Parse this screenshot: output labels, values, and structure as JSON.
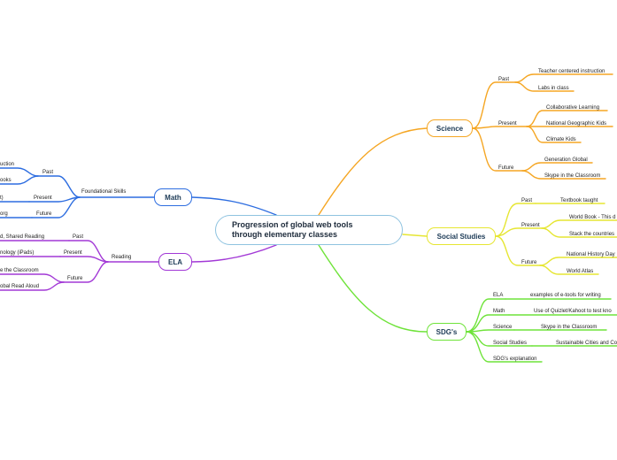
{
  "central": {
    "line1": "Progression of global web tools",
    "line2": "through elementary classes"
  },
  "colors": {
    "science": "#f5a623",
    "social": "#e6e632",
    "sdg": "#6fe33a",
    "math": "#2d6de0",
    "ela": "#a238d6",
    "central_border": "#8fc3e0"
  },
  "science": {
    "title": "Science",
    "past": {
      "label": "Past",
      "items": [
        "Teacher centered instruction",
        "Labs in class"
      ]
    },
    "present": {
      "label": "Present",
      "items": [
        "Collaborative Learning",
        "National Geographic Kids",
        "Climate Kids"
      ]
    },
    "future": {
      "label": "Future",
      "items": [
        "Generation Global",
        "Skype in the Classroom"
      ]
    }
  },
  "social": {
    "title": "Social Studies",
    "past": {
      "label": "Past",
      "items": [
        "Textbook taught"
      ]
    },
    "present": {
      "label": "Present",
      "items": [
        "World Book - This d",
        "Stack the countries"
      ]
    },
    "future": {
      "label": "Future",
      "items": [
        "National History Day",
        "World Atlas"
      ]
    }
  },
  "sdg": {
    "title": "SDG's",
    "ela": {
      "label": "ELA",
      "item": "examples of e-tools for writing"
    },
    "math": {
      "label": "Math",
      "item": "Use of Quizlet/Kahoot to test kno"
    },
    "science": {
      "label": "Science",
      "item": "Skype in the Classroom"
    },
    "social": {
      "label": "Social Studies",
      "item": "Sustainable Cities and Co"
    },
    "explanation": "SDG's explanation"
  },
  "math": {
    "title": "Math",
    "branch": "Foundational Skills",
    "past": {
      "label": "Past",
      "items": [
        "uction",
        "ooks"
      ]
    },
    "present": {
      "label": "Present",
      "items": [
        "t)"
      ]
    },
    "future": {
      "label": "Future",
      "items": [
        "org"
      ]
    }
  },
  "ela": {
    "title": "ELA",
    "branch": "Reading",
    "past": {
      "label": "Past",
      "items": [
        "d, Shared Reading"
      ]
    },
    "present": {
      "label": "Present",
      "items": [
        "nology (iPads)"
      ]
    },
    "future": {
      "label": "Future",
      "items": [
        "e the Classroom",
        "obal Read Aloud"
      ]
    }
  }
}
